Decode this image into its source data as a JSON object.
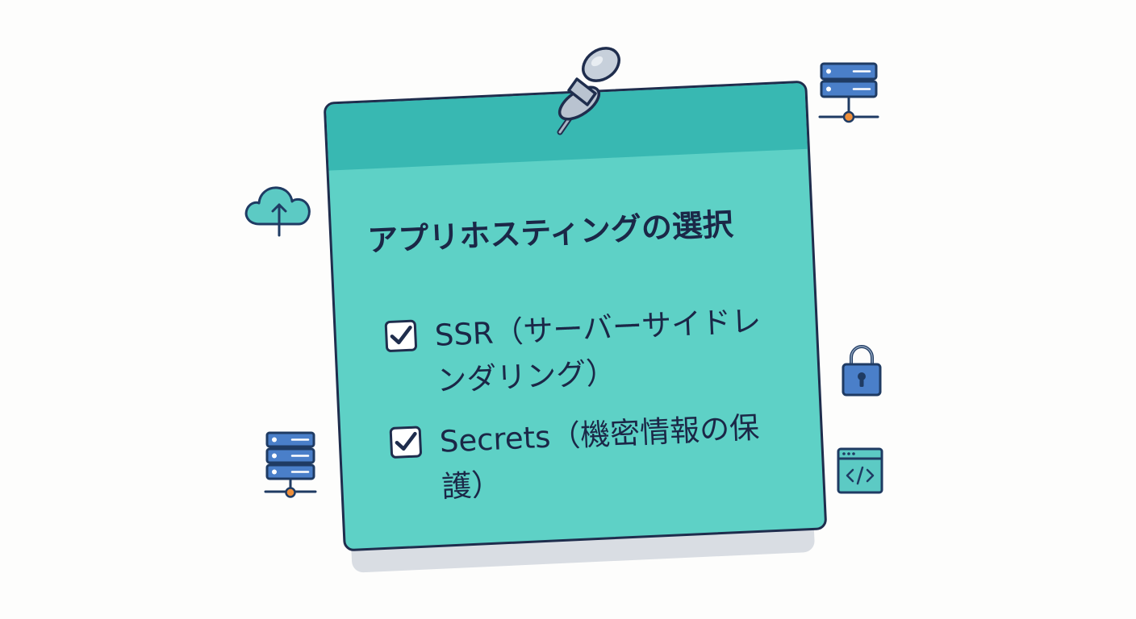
{
  "note": {
    "title": "アプリホスティングの選択",
    "items": [
      {
        "label": "SSR（サーバーサイドレンダリング）",
        "checked": true
      },
      {
        "label": "Secrets（機密情報の保護）",
        "checked": true
      }
    ]
  },
  "icons": [
    "push-pin-icon",
    "cloud-upload-icon",
    "server-network-icon",
    "padlock-icon",
    "code-window-icon"
  ],
  "colors": {
    "note_body": "#5ed1c6",
    "note_band": "#38b8b2",
    "outline": "#1f2d4d",
    "text": "#1b2747",
    "server_blue": "#4a7fc9",
    "accent_orange": "#ef8f3a",
    "cloud_teal": "#5ccac4"
  }
}
